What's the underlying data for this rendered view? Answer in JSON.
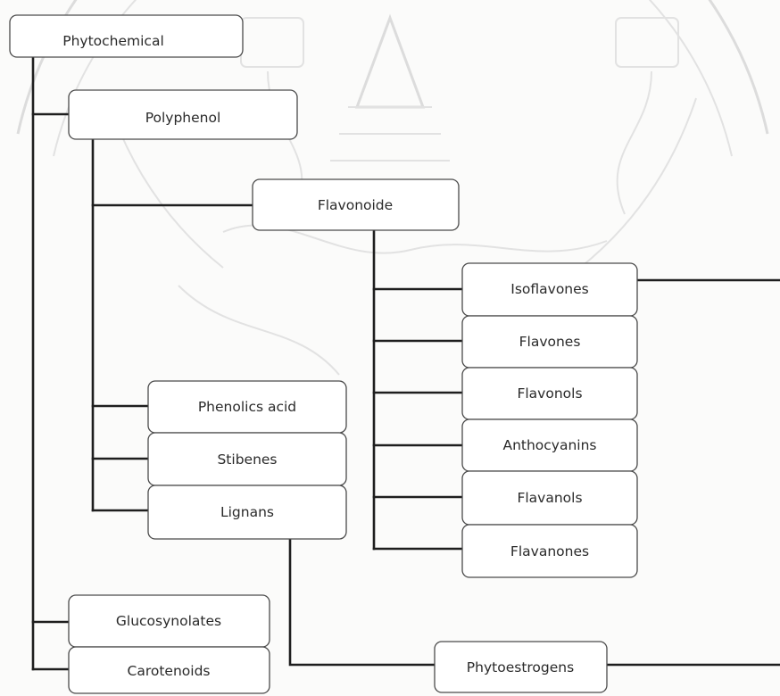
{
  "nodes": {
    "phytochemical": "Phytochemical",
    "polyphenol": "Polyphenol",
    "flavonoide": "Flavonoide",
    "isoflavones": "Isoflavones",
    "flavones": "Flavones",
    "flavonols": "Flavonols",
    "anthocyanins": "Anthocyanins",
    "flavanols": "Flavanols",
    "flavanones": "Flavanones",
    "phenolics_acid": "Phenolics acid",
    "stibenes": "Stibenes",
    "lignans": "Lignans",
    "glucosynolates": "Glucosynolates",
    "carotenoids": "Carotenoids",
    "phytoestrogens": "Phytoestrogens"
  },
  "colors": {
    "connector": "#1e1e1e",
    "box_border": "#4a4a4a",
    "watermark": "#dcdcdc"
  }
}
